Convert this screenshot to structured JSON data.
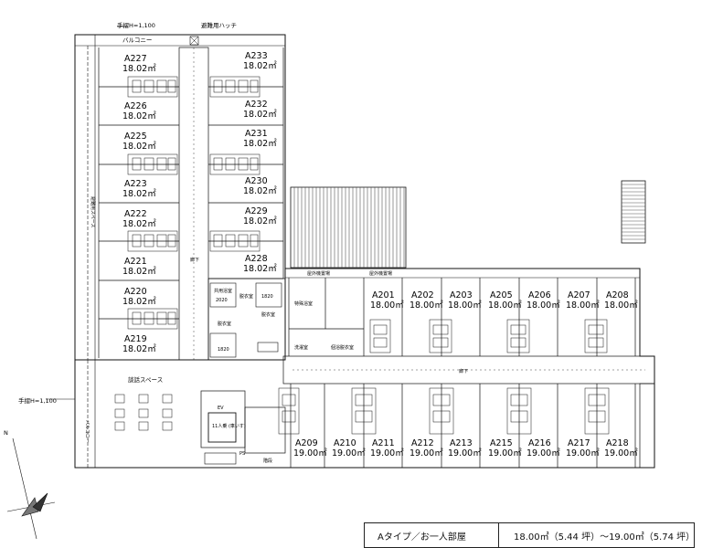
{
  "labels": {
    "handrail_top": "手摺H=1,100",
    "hatch": "避難用ハッチ",
    "balcony_top": "バルコニー",
    "handrail_left": "手摺H=1,100",
    "balcony_left": "バルコニー",
    "balcony_side": "避難用スペース",
    "corridor_west": "廊下",
    "corridor_south": "廊下",
    "lounge": "談話スペース",
    "elevator": "EV",
    "elevator_capacity": "11人乗\n(車いす)",
    "bath_ab": "共用浴室",
    "bath_capacity_a": "1820",
    "bath_capacity_b": "1820",
    "bath_capacity_c": "2020",
    "dressing_a": "脱衣室",
    "dressing_b": "脱衣室",
    "dressing_c": "脱衣室",
    "rinse": "洗濯室",
    "dressing_main": "個浴脱衣室",
    "bath_special": "特殊浴室",
    "machine_a": "屋外機置場",
    "machine_b": "屋外機置場",
    "stairs": "階段",
    "ps": "PS",
    "north": "N"
  },
  "rooms_west_left": [
    {
      "id": "A227",
      "area": "18.02㎡"
    },
    {
      "id": "A226",
      "area": "18.02㎡"
    },
    {
      "id": "A225",
      "area": "18.02㎡"
    },
    {
      "id": "A223",
      "area": "18.02㎡"
    },
    {
      "id": "A222",
      "area": "18.02㎡"
    },
    {
      "id": "A221",
      "area": "18.02㎡"
    },
    {
      "id": "A220",
      "area": "18.02㎡"
    },
    {
      "id": "A219",
      "area": "18.02㎡"
    }
  ],
  "rooms_west_right": [
    {
      "id": "A233",
      "area": "18.02㎡"
    },
    {
      "id": "A232",
      "area": "18.02㎡"
    },
    {
      "id": "A231",
      "area": "18.02㎡"
    },
    {
      "id": "A230",
      "area": "18.02㎡"
    },
    {
      "id": "A229",
      "area": "18.02㎡"
    },
    {
      "id": "A228",
      "area": "18.02㎡"
    }
  ],
  "rooms_east_top": [
    {
      "id": "A201",
      "area": "18.00㎡"
    },
    {
      "id": "A202",
      "area": "18.00㎡"
    },
    {
      "id": "A203",
      "area": "18.00㎡"
    },
    {
      "id": "A205",
      "area": "18.00㎡"
    },
    {
      "id": "A206",
      "area": "18.00㎡"
    },
    {
      "id": "A207",
      "area": "18.00㎡"
    },
    {
      "id": "A208",
      "area": "18.00㎡"
    }
  ],
  "rooms_east_bottom": [
    {
      "id": "A209",
      "area": "19.00㎡"
    },
    {
      "id": "A210",
      "area": "19.00㎡"
    },
    {
      "id": "A211",
      "area": "19.00㎡"
    },
    {
      "id": "A212",
      "area": "19.00㎡"
    },
    {
      "id": "A213",
      "area": "19.00㎡"
    },
    {
      "id": "A215",
      "area": "19.00㎡"
    },
    {
      "id": "A216",
      "area": "19.00㎡"
    },
    {
      "id": "A217",
      "area": "19.00㎡"
    },
    {
      "id": "A218",
      "area": "19.00㎡"
    }
  ],
  "legend": {
    "type": "Aタイプ／お一人部屋",
    "range": "18.00㎡（5.44 坪）〜19.00㎡（5.74 坪）"
  }
}
